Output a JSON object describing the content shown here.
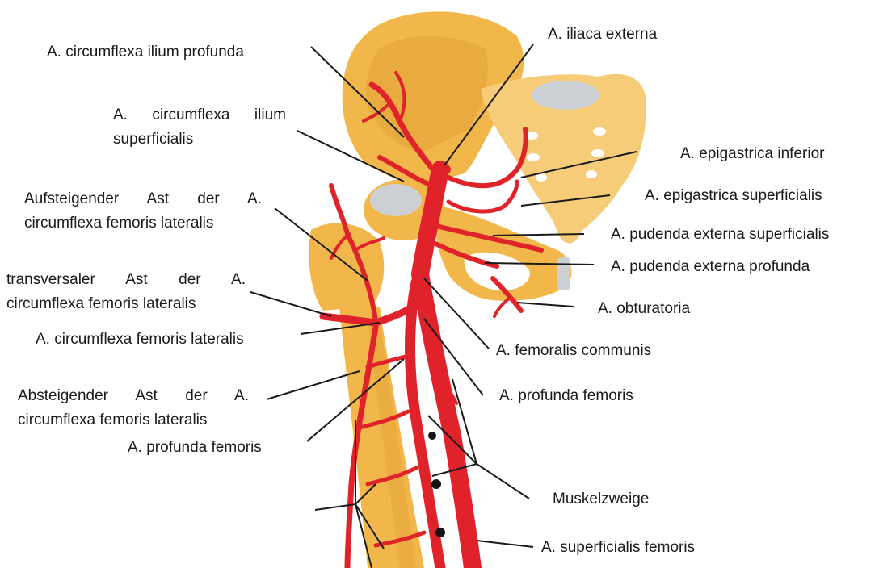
{
  "colors": {
    "bone": "#F2B74A",
    "bone_light": "#F7CC78",
    "bone_dark": "#D9962E",
    "cartilage": "#CCD0D4",
    "artery": "#E0232A",
    "artery_dark": "#A9121B",
    "vein_black": "#141414",
    "leader": "#1a1a1a"
  },
  "labels": {
    "iliaca_externa": "A. iliaca externa",
    "circ_ilium_profunda": "A. circumflexa ilium profunda",
    "circ_ilium_superficialis_1": "A.  circumflexa  ilium",
    "circ_ilium_superficialis_2": "superficialis",
    "epigastrica_inferior": "A. epigastrica inferior",
    "aufsteigender_1": "Aufsteigender  Ast  der  A.",
    "aufsteigender_2": "circumflexa femoris lateralis",
    "epigastrica_superficialis": "A. epigastrica superficialis",
    "pudenda_ext_superficialis": "A. pudenda externa superficialis",
    "pudenda_ext_profunda": "A. pudenda externa profunda",
    "transversaler_1": "transversaler  Ast  der  A.",
    "transversaler_2": "circumflexa femoris lateralis",
    "obturatoria": "A. obturatoria",
    "circ_fem_lateralis": "A. circumflexa femoris lateralis",
    "femoralis_communis": "A. femoralis communis",
    "absteigender_1": "Absteigender  Ast  der  A.",
    "absteigender_2": "circumflexa femoris lateralis",
    "profunda_femoris_right": "A. profunda femoris",
    "profunda_femoris_left": "A. profunda femoris",
    "muskelzweige": "Muskelzweige",
    "superficialis_femoris": "A. superficialis femoris"
  }
}
